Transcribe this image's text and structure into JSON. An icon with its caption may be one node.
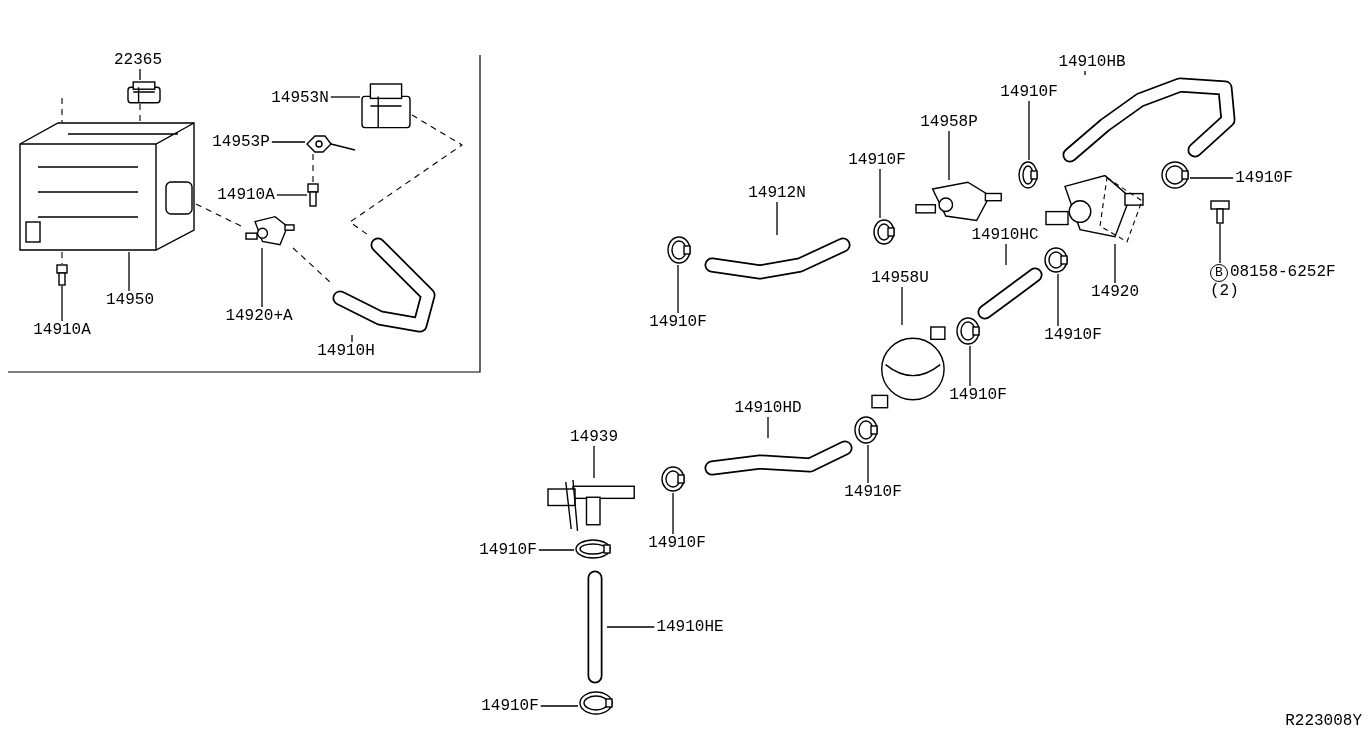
{
  "diagram": {
    "nodes": [
      {
        "text": [
          "22365"
        ]
      },
      {
        "text": [],
        "shape": "box"
      },
      {
        "text": [
          "14953N"
        ]
      },
      {
        "text": [],
        "shape": "box"
      },
      {
        "text": [
          "14953P"
        ]
      },
      {
        "text": [],
        "shape": "bracket"
      },
      {
        "text": [
          "14910A"
        ]
      },
      {
        "text": [],
        "shape": "bolt"
      },
      {
        "text": [
          "14950"
        ]
      },
      {
        "text": [],
        "shape": "canister"
      },
      {
        "text": [
          "14910A"
        ]
      },
      {
        "text": [],
        "shape": "bolt"
      },
      {
        "text": [
          "14920+A"
        ]
      },
      {
        "text": [],
        "shape": "valve"
      },
      {
        "text": [
          "14910H"
        ]
      },
      {
        "text": [],
        "shape": "hose"
      },
      {
        "text": [
          "14910HB"
        ]
      },
      {
        "text": [],
        "shape": "hose"
      },
      {
        "text": [
          "14910F"
        ]
      },
      {
        "text": [],
        "shape": "clamp"
      },
      {
        "text": [
          "14958P"
        ]
      },
      {
        "text": [],
        "shape": "valve"
      },
      {
        "text": [
          "14910F"
        ]
      },
      {
        "text": [],
        "shape": "clamp"
      },
      {
        "text": [
          "14912N"
        ]
      },
      {
        "text": [],
        "shape": "hose"
      },
      {
        "text": [
          "14910F"
        ]
      },
      {
        "text": [],
        "shape": "clamp"
      },
      {
        "text": [
          "14910F"
        ]
      },
      {
        "text": [],
        "shape": "clamp"
      },
      {
        "text": [
          "14910HC"
        ]
      },
      {
        "text": [],
        "shape": "hose"
      },
      {
        "text": [
          "14920"
        ]
      },
      {
        "text": [],
        "shape": "valve"
      },
      {
        "text": [
          "B",
          "08158-6252F",
          "(2)"
        ]
      },
      {
        "text": [],
        "shape": "bolt"
      },
      {
        "text": [
          "14910F"
        ]
      },
      {
        "text": [],
        "shape": "clamp"
      },
      {
        "text": [
          "14958U"
        ]
      },
      {
        "text": [],
        "shape": "cylinder"
      },
      {
        "text": [
          "14910F"
        ]
      },
      {
        "text": [],
        "shape": "clamp"
      },
      {
        "text": [
          "14910HD"
        ]
      },
      {
        "text": [],
        "shape": "hose"
      },
      {
        "text": [
          "14910F"
        ]
      },
      {
        "text": [],
        "shape": "clamp"
      },
      {
        "text": [
          "14939"
        ]
      },
      {
        "text": [],
        "shape": "pipe"
      },
      {
        "text": [
          "14910F"
        ]
      },
      {
        "text": [],
        "shape": "clamp"
      },
      {
        "text": [
          "14910F"
        ]
      },
      {
        "text": [],
        "shape": "clamp"
      },
      {
        "text": [
          "14910HE"
        ]
      },
      {
        "text": [],
        "shape": "hose"
      },
      {
        "text": [
          "14910F"
        ]
      },
      {
        "text": [],
        "shape": "clamp"
      }
    ],
    "edges": [
      {
        "from": 0,
        "to": 1,
        "arrow": "none"
      },
      {
        "from": 2,
        "to": 3,
        "arrow": "none"
      },
      {
        "from": 4,
        "to": 5,
        "arrow": "none"
      },
      {
        "from": 6,
        "to": 7,
        "arrow": "none"
      },
      {
        "from": 8,
        "to": 9,
        "arrow": "none"
      },
      {
        "from": 10,
        "to": 11,
        "arrow": "none"
      },
      {
        "from": 12,
        "to": 13,
        "arrow": "none"
      },
      {
        "from": 14,
        "to": 15,
        "arrow": "none"
      },
      {
        "from": 16,
        "to": 17,
        "arrow": "none"
      },
      {
        "from": 18,
        "to": 19,
        "arrow": "none"
      },
      {
        "from": 20,
        "to": 21,
        "arrow": "none"
      },
      {
        "from": 22,
        "to": 23,
        "arrow": "none"
      },
      {
        "from": 24,
        "to": 25,
        "arrow": "none"
      },
      {
        "from": 26,
        "to": 27,
        "arrow": "none"
      },
      {
        "from": 28,
        "to": 29,
        "arrow": "none"
      },
      {
        "from": 30,
        "to": 31,
        "arrow": "none"
      },
      {
        "from": 32,
        "to": 33,
        "arrow": "none"
      },
      {
        "from": 34,
        "to": 35,
        "arrow": "none"
      },
      {
        "from": 36,
        "to": 37,
        "arrow": "none"
      },
      {
        "from": 38,
        "to": 39,
        "arrow": "none"
      },
      {
        "from": 40,
        "to": 41,
        "arrow": "none"
      },
      {
        "from": 42,
        "to": 43,
        "arrow": "none"
      },
      {
        "from": 44,
        "to": 45,
        "arrow": "none"
      },
      {
        "from": 46,
        "to": 47,
        "arrow": "none"
      },
      {
        "from": 48,
        "to": 49,
        "arrow": "none"
      },
      {
        "from": 50,
        "to": 51,
        "arrow": "none"
      },
      {
        "from": 52,
        "to": 53,
        "arrow": "none"
      },
      {
        "from": 54,
        "to": 55,
        "arrow": "none"
      },
      {
        "from": 1,
        "to": 9,
        "arrow": "none",
        "style": "dashed"
      },
      {
        "from": null,
        "to": 9,
        "arrow": "none",
        "style": "dashed"
      },
      {
        "from": 9,
        "to": 11,
        "arrow": "none",
        "style": "dashed"
      },
      {
        "from": 5,
        "to": 7,
        "arrow": "none",
        "style": "dashed"
      },
      {
        "from": 9,
        "to": 13,
        "arrow": "none",
        "style": "dashed"
      },
      {
        "from": 13,
        "to": 15,
        "arrow": "none",
        "style": "dashed"
      },
      {
        "from": 3,
        "to": 15,
        "arrow": "none",
        "style": "dashed"
      }
    ],
    "labels": [
      "R223008Y"
    ]
  }
}
